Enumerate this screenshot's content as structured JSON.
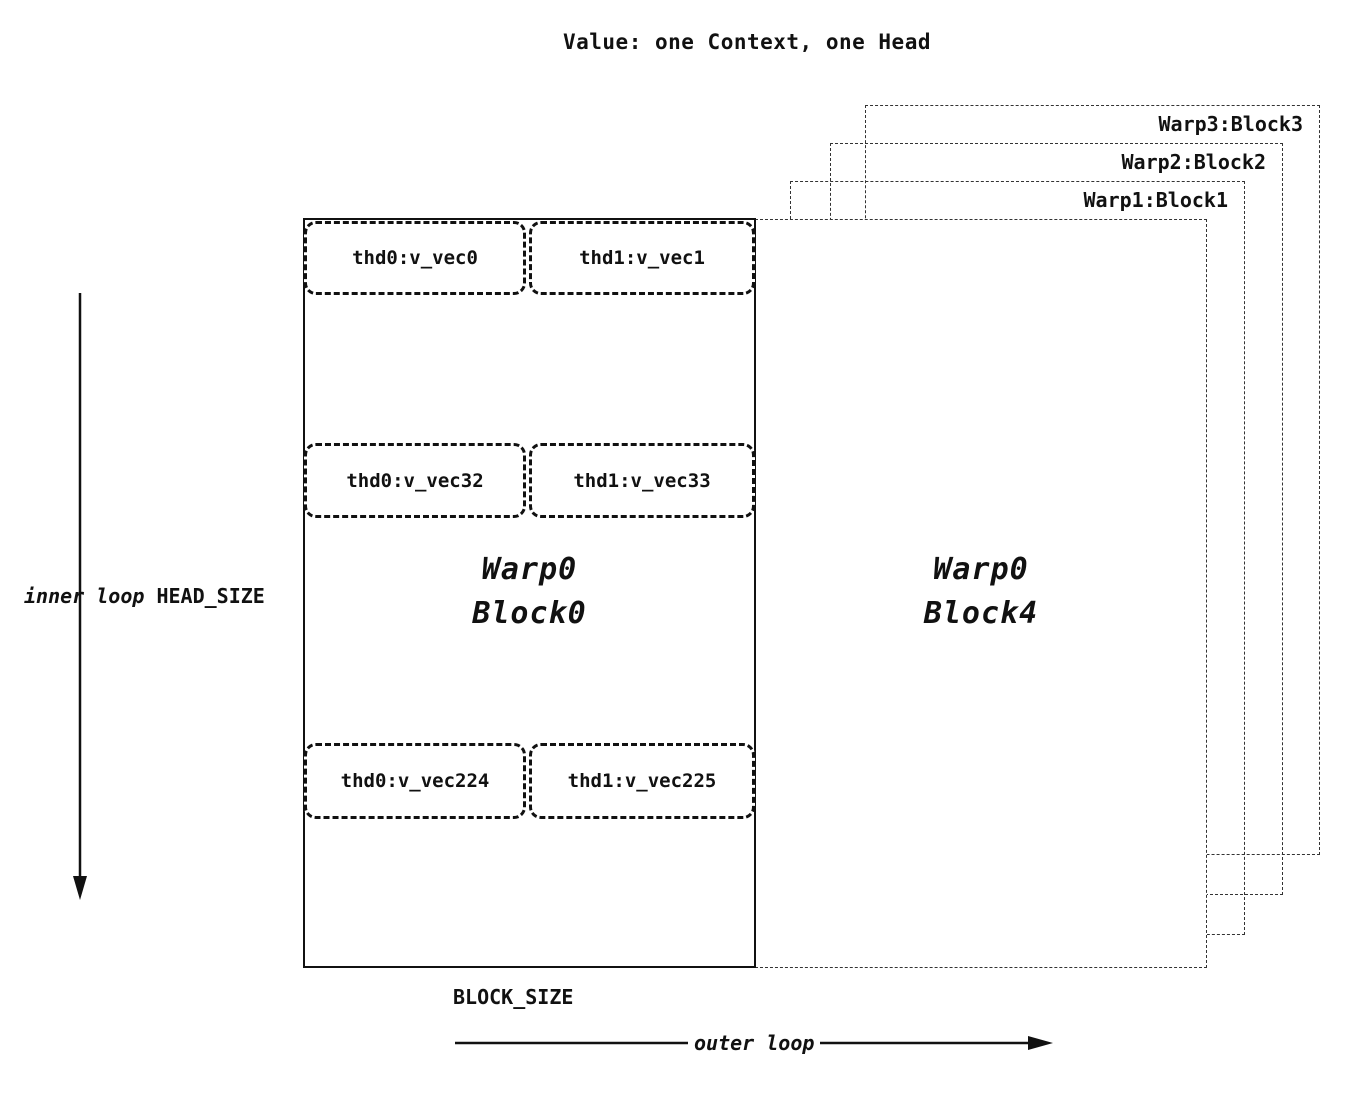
{
  "title": "Value: one Context, one Head",
  "stack": {
    "layers": [
      {
        "label": "Warp3:Block3"
      },
      {
        "label": "Warp2:Block2"
      },
      {
        "label": "Warp1:Block1"
      }
    ],
    "block4": {
      "line1": "Warp0",
      "line2": "Block4"
    }
  },
  "block0": {
    "label": {
      "line1": "Warp0",
      "line2": "Block0"
    },
    "rows": [
      {
        "left": "thd0:v_vec0",
        "right": "thd1:v_vec1"
      },
      {
        "left": "thd0:v_vec32",
        "right": "thd1:v_vec33"
      },
      {
        "left": "thd0:v_vec224",
        "right": "thd1:v_vec225"
      }
    ]
  },
  "annotations": {
    "inner_loop": "inner loop",
    "head_size": "HEAD_SIZE",
    "block_size": "BLOCK_SIZE",
    "outer_loop": "outer loop"
  },
  "colors": {
    "ink": "#111111",
    "background": "#ffffff"
  }
}
